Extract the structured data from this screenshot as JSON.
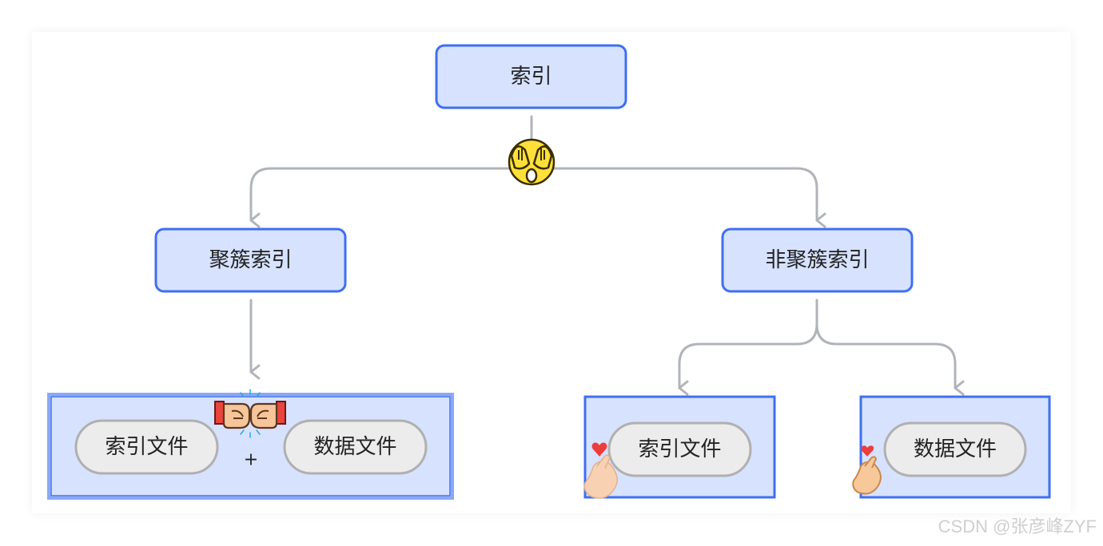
{
  "nodes": {
    "root": "索引",
    "clustered": "聚簇索引",
    "non_clustered": "非聚簇索引",
    "clustered_index_file": "索引文件",
    "clustered_plus": "+",
    "clustered_data_file": "数据文件",
    "nonclustered_index_file": "索引文件",
    "nonclustered_data_file": "数据文件"
  },
  "stickers": {
    "root_junction": "face-with-hands-over-eyes-icon",
    "clustered_join": "fist-bump-icon",
    "nonclustered_left": "finger-heart-icon",
    "nonclustered_right": "finger-heart-icon"
  },
  "watermark": "CSDN @张彦峰ZYF",
  "colors": {
    "node_fill": "#d7e2ff",
    "node_border": "#3f6ff0",
    "group_border_light": "#8aa8f5",
    "pill_fill": "#ececec",
    "pill_border": "#b0b0b0",
    "connector": "#b0b4ba"
  }
}
